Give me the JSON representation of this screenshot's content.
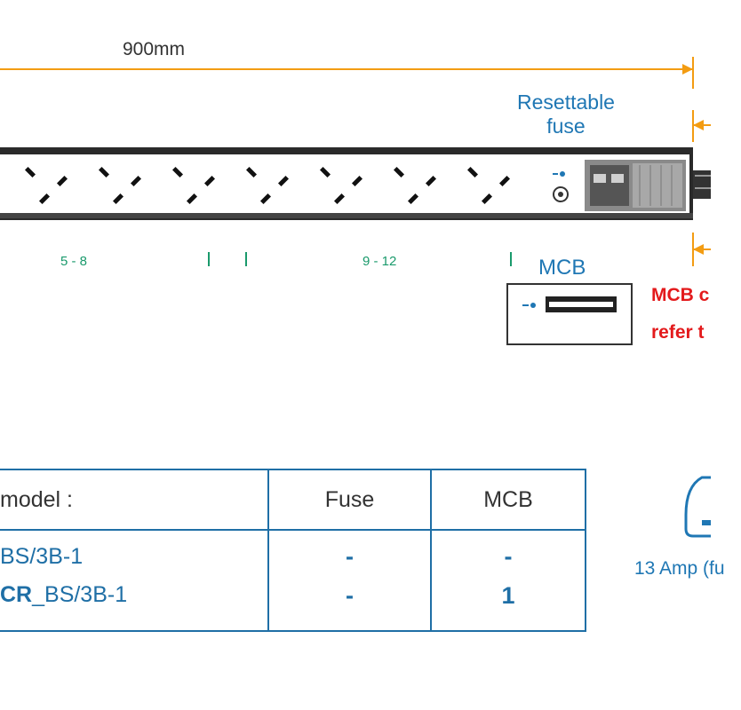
{
  "dimension": {
    "length_label": "900mm"
  },
  "labels": {
    "fuse": "Resettable fuse",
    "mcb": "MCB",
    "group_a": "5 - 8",
    "group_b": "9 - 12",
    "mcb_note_1": "MCB c",
    "mcb_note_2": "refer t",
    "plug": "13 Amp (fu"
  },
  "table": {
    "headers": [
      "model :",
      "Fuse",
      "MCB"
    ],
    "rows": [
      {
        "model_bold": "",
        "model_rest": "BS/3B-1",
        "fuse": "-",
        "mcb": "-"
      },
      {
        "model_bold": "CR",
        "model_rest": "_BS/3B-1",
        "fuse": "-",
        "mcb": "1"
      }
    ]
  },
  "colors": {
    "accent_blue": "#1f77b4",
    "table_border": "#1f6fa6",
    "dimension_orange": "#f39c12",
    "group_green": "#1a9a6c",
    "warning_red": "#e31a1c"
  },
  "outlets": {
    "count": 7
  }
}
